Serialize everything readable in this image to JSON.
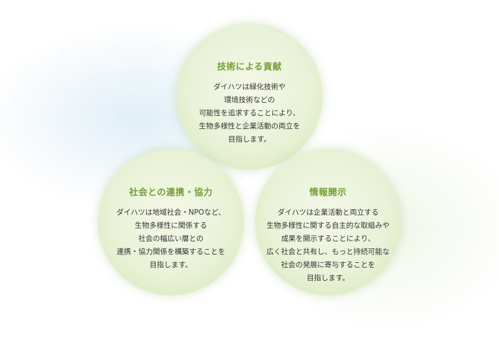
{
  "circles": {
    "top": {
      "title": "技術による貢献",
      "lines": [
        "ダイハツは緑化技術や",
        "環境技術などの",
        "可能性を追求することにより、",
        "生物多様性と企業活動の両立を",
        "目指します。"
      ]
    },
    "left": {
      "title": "社会との連携・協力",
      "lines": [
        "ダイハツは地域社会・NPOなど、",
        "生物多様性に関係する",
        "社会の幅広い層との",
        "連携・協力関係を構築することを",
        "目指します。"
      ]
    },
    "right": {
      "title": "情報開示",
      "lines": [
        "ダイハツは企業活動と両立する",
        "生物多様性に関する自主的な取組みや",
        "成果を開示することにより、",
        "広く社会と共有し、もっと持続可能な",
        "社会の発展に寄与することを",
        "目指します。"
      ]
    }
  },
  "colors": {
    "title": "#73a033",
    "body_text": "#333333",
    "circle_fill": "#e9f2d7"
  }
}
